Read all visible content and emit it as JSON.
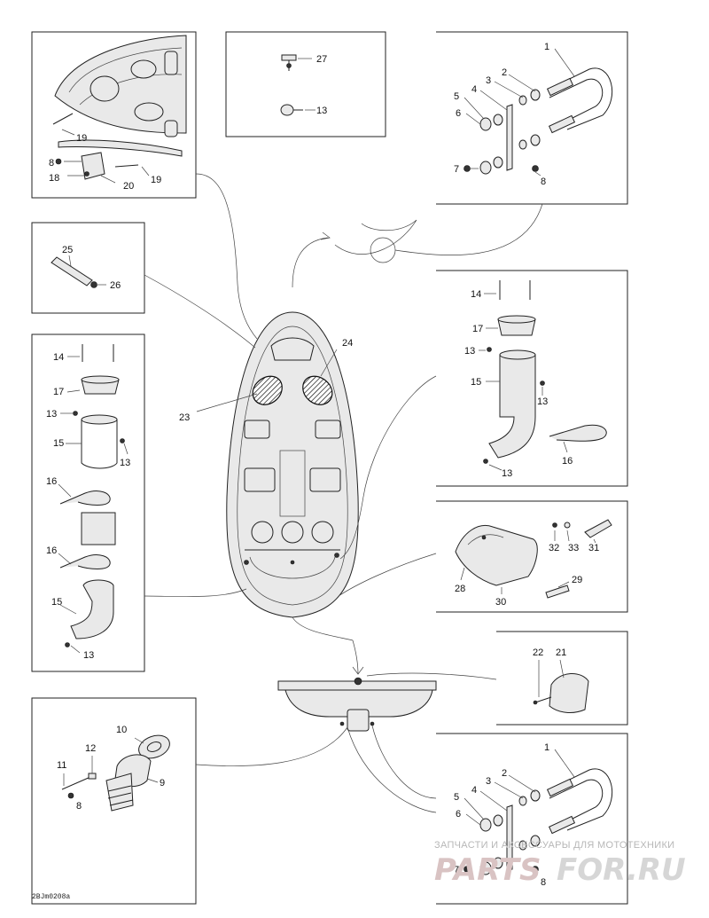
{
  "drawing_code": "2BJm0208a",
  "watermark": {
    "line1": "ЗАПЧАСТИ И АКСЕССУАРЫ ДЛЯ МОТОТЕХНИКИ",
    "brand_red": "PARTS",
    "brand_gray": "FOR.RU",
    "color_red": "#d9c3c3",
    "color_gray": "#d6d6d6"
  },
  "callouts": {
    "tl": [
      "19",
      "8",
      "18",
      "20",
      "19"
    ],
    "tc": [
      "27",
      "13"
    ],
    "tr": [
      "1",
      "2",
      "3",
      "4",
      "5",
      "6",
      "7",
      "8"
    ],
    "ml": [
      "25",
      "26"
    ],
    "lt": [
      "14",
      "17",
      "13",
      "15",
      "13",
      "16",
      "16",
      "15",
      "13"
    ],
    "rt": [
      "14",
      "17",
      "13",
      "15",
      "13",
      "16",
      "13"
    ],
    "center": [
      "24",
      "23"
    ],
    "rm": [
      "32",
      "33",
      "31",
      "28",
      "30",
      "29"
    ],
    "rb1": [
      "22",
      "21"
    ],
    "lb": [
      "10",
      "12",
      "11",
      "9",
      "8"
    ],
    "br": [
      "1",
      "2",
      "3",
      "4",
      "5",
      "6",
      "7",
      "8"
    ]
  }
}
